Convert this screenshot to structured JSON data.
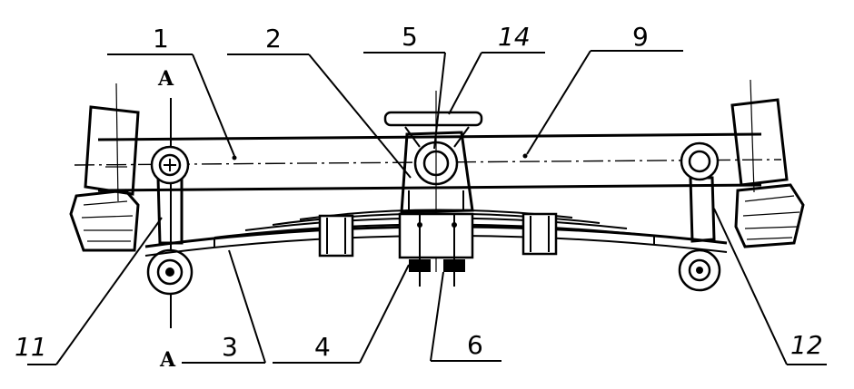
{
  "labels": {
    "l1": "1",
    "l2": "2",
    "l5": "5",
    "l14": "14",
    "l9": "9",
    "l11": "11",
    "l3": "3",
    "l4": "4",
    "l6": "6",
    "l12": "12",
    "a_top": "A",
    "a_bottom": "A"
  }
}
